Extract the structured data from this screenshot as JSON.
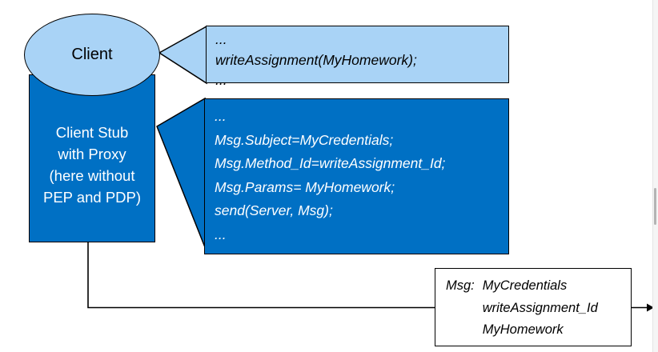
{
  "colors": {
    "dark_blue": "#0070C4",
    "light_blue": "#A9D3F6",
    "outline": "#000000",
    "code_text_on_dark": "#FFFFFF",
    "code_text_on_light": "#000000"
  },
  "client": {
    "label": "Client"
  },
  "client_stub": {
    "lines": [
      "Client Stub",
      "with Proxy",
      "(here without",
      "PEP and PDP)"
    ]
  },
  "client_code_callout": {
    "lines": [
      "...",
      "writeAssignment(MyHomework);",
      "..."
    ]
  },
  "stub_code_callout": {
    "lines": [
      "...",
      "Msg.Subject=MyCredentials;",
      "Msg.Method_Id=writeAssignment_Id;",
      "Msg.Params= MyHomework;",
      "send(Server, Msg);",
      "..."
    ]
  },
  "message_box": {
    "label": "Msg:",
    "values": [
      "MyCredentials",
      "writeAssignment_Id",
      "MyHomework"
    ]
  },
  "icons": {
    "arrow_head": "right-arrow-head"
  }
}
